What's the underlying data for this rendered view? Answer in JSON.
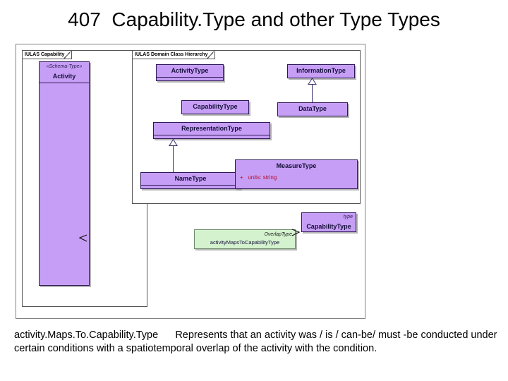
{
  "slide": {
    "title": "407  Capability.Type and other Type Types"
  },
  "diagram": {
    "packages": [
      {
        "name": "IULAS Capability"
      },
      {
        "name": "IULAS Domain Class Hierarchy"
      }
    ],
    "classes": {
      "activity": {
        "stereotype": "«Schema-Type»",
        "name": "Activity"
      },
      "activity_type": {
        "name": "ActivityType"
      },
      "information_type": {
        "name": "InformationType"
      },
      "capability_type": {
        "name": "CapabilityType"
      },
      "data_type": {
        "name": "DataType"
      },
      "representation_type": {
        "name": "RepresentationType"
      },
      "name_type": {
        "name": "NameType"
      },
      "measure_type": {
        "name": "MeasureType",
        "attribute_visibility": "+",
        "attribute": "units: string"
      },
      "overlap": {
        "stereotype": "OverlapType",
        "name": "activityMapsToCapabilityType"
      },
      "capability_type_ref": {
        "stereotype": "type",
        "name": "CapabilityType"
      }
    },
    "connectors": [
      {
        "from": "DataType",
        "to": "InformationType",
        "kind": "generalization"
      },
      {
        "from": "NameType",
        "to": "RepresentationType",
        "kind": "generalization"
      },
      {
        "from": "activityMapsToCapabilityType",
        "to": "CapabilityType",
        "kind": "association"
      },
      {
        "from": "activityMapsToCapabilityType",
        "to": "Activity",
        "kind": "association"
      }
    ],
    "colors": {
      "class_fill": "#c79ef5",
      "class_border": "#2b1a55",
      "overlap_fill": "#d5f2cf",
      "attribute_text": "#b01030",
      "frame_border": "#808080"
    }
  },
  "caption": {
    "term": "activity.Maps.To.Capability.Type",
    "text": "Represents that an activity was / is / can-be/ must -be conducted under certain conditions with a spatiotemporal overlap of the activity with the condition."
  }
}
